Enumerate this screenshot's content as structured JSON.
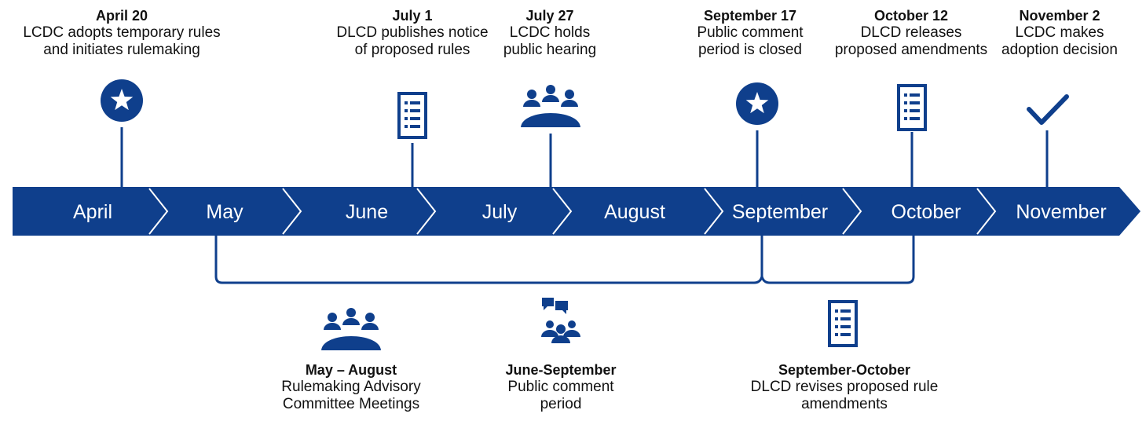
{
  "colors": {
    "primary": "#0f3f8c",
    "background": "#ffffff",
    "text": "#111111"
  },
  "months": [
    "April",
    "May",
    "June",
    "July",
    "August",
    "September",
    "October",
    "November"
  ],
  "milestones": [
    {
      "date": "April 20",
      "text": "LCDC adopts temporary rules\nand initiates rulemaking",
      "icon": "star-icon"
    },
    {
      "date": "July 1",
      "text": "DLCD publishes notice\nof proposed rules",
      "icon": "document-list-icon"
    },
    {
      "date": "July 27",
      "text": "LCDC holds\npublic hearing",
      "icon": "meeting-icon"
    },
    {
      "date": "September 17",
      "text": "Public comment\nperiod is closed",
      "icon": "star-icon"
    },
    {
      "date": "October 12",
      "text": "DLCD releases\nproposed amendments",
      "icon": "document-list-icon"
    },
    {
      "date": "November 2",
      "text": "LCDC makes\nadoption decision",
      "icon": "checkmark-icon"
    }
  ],
  "periods": [
    {
      "date": "May – August",
      "text": "Rulemaking Advisory\nCommittee Meetings",
      "icon": "meeting-icon"
    },
    {
      "date": "June-September",
      "text": "Public comment\nperiod",
      "icon": "discussion-group-icon"
    },
    {
      "date": "September-October",
      "text": "DLCD revises proposed rule\namendments",
      "icon": "document-list-icon"
    }
  ]
}
